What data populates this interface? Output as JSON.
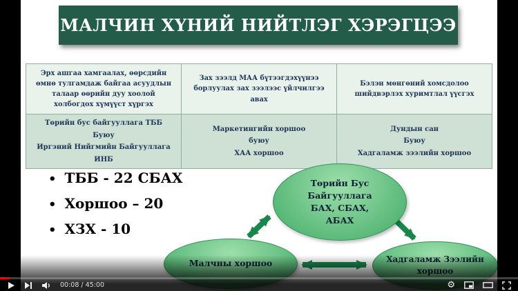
{
  "slide": {
    "title": "МАЛЧИН ХҮНИЙ НИЙТЛЭГ ХЭРЭГЦЭЭ",
    "needs_table": {
      "needs": [
        "Эрх ашгаа хамгаалах, өөрсдийн өмнө тулгамдаж байгаа асуудлын талаар өөрийн дуу хоолой холбогдох хүмүүст хүргэх",
        "Зах зээлд МАА бүтээгдэхүүнээ борлуулах зах зээлээс үйлчилгээ авах",
        "Бэлэн мөнгөний хомсдолоо шийдвэрлэх хуримтлал үүсгэх"
      ],
      "solutions": [
        {
          "line1": "Төрийн бус байгууллага ТББ",
          "line2": "Буюу",
          "line3": "Иргэний Нийгмийн Байгууллага ИНБ"
        },
        {
          "line1": "Маркетингийн хоршоо",
          "line2": "буюу",
          "line3": "ХАА хоршоо"
        },
        {
          "line1": "Дундын сан",
          "line2": "Буюу",
          "line3": "Хадгаламж зээлийн хоршоо"
        }
      ]
    },
    "bullets": [
      "ТББ -  22 СБАХ",
      "Хоршоо – 20",
      "ХЗХ - 10"
    ],
    "diagram": {
      "top_node": "Төрийн Бус\nБайгууллага\nБАХ, СБАХ,\nАБАХ",
      "left_node": "Малчны хоршоо",
      "right_node": "Хадгаламж Зээлийн\nхоршоо"
    }
  },
  "player": {
    "time": "00:08 / 45:00",
    "icons": {
      "gear": "⚙"
    }
  },
  "colors": {
    "banner-green": "#235d49",
    "row1-bg": "#eaf2ec",
    "row2-bg": "#cfe0d4",
    "table-border": "#8fae9c",
    "text-navy": "#1c3557",
    "node-green-light": "#9ddfab",
    "node-green": "#58b878",
    "node-border": "#2f9156",
    "arrow-green": "#17874a",
    "progress-red": "#ff0000"
  }
}
